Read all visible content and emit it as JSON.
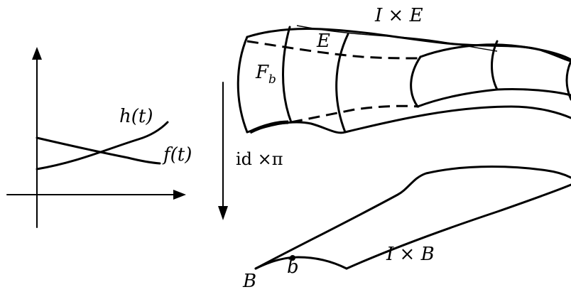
{
  "labels": {
    "i_times_e": "I × E",
    "e": "E",
    "f_b": "F",
    "f_b_sub": "b",
    "h_t": "h(t)",
    "f_t": "f(t)",
    "id_pi_id": "id",
    "id_pi_op": " ×π",
    "i_times_b": "I × B",
    "b_point": "b",
    "b_base": "B"
  }
}
